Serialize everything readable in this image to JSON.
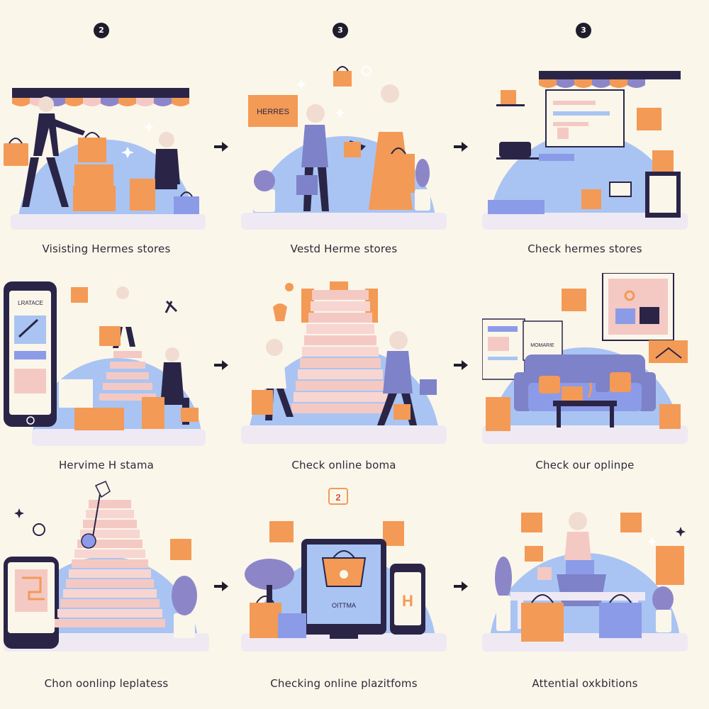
{
  "step_numbers": [
    "2",
    "3",
    "3"
  ],
  "panels": [
    {
      "caption": "Visisting Hermes stores",
      "sign": "HERRES"
    },
    {
      "caption": "Vestd Herme stores"
    },
    {
      "caption": "Check hermes stores"
    },
    {
      "caption": "Hervime H stama",
      "phone_text": "LRATACE"
    },
    {
      "caption": "Check online boma"
    },
    {
      "caption": "Check our oplinpe",
      "poster_text": "MOMARIE"
    },
    {
      "caption": "Chon oonlinp leplatess"
    },
    {
      "caption": "Checking online plazitfoms",
      "tablet_text": "OITTMA",
      "phone_letter": "H",
      "badge": "2"
    },
    {
      "caption": "Attential oxkbitions"
    }
  ],
  "colors": {
    "sky": "#a9c4f2",
    "orange": "#f39a56",
    "navy": "#2a2547",
    "pink": "#f4c9c4",
    "floor": "#efe9f4"
  }
}
